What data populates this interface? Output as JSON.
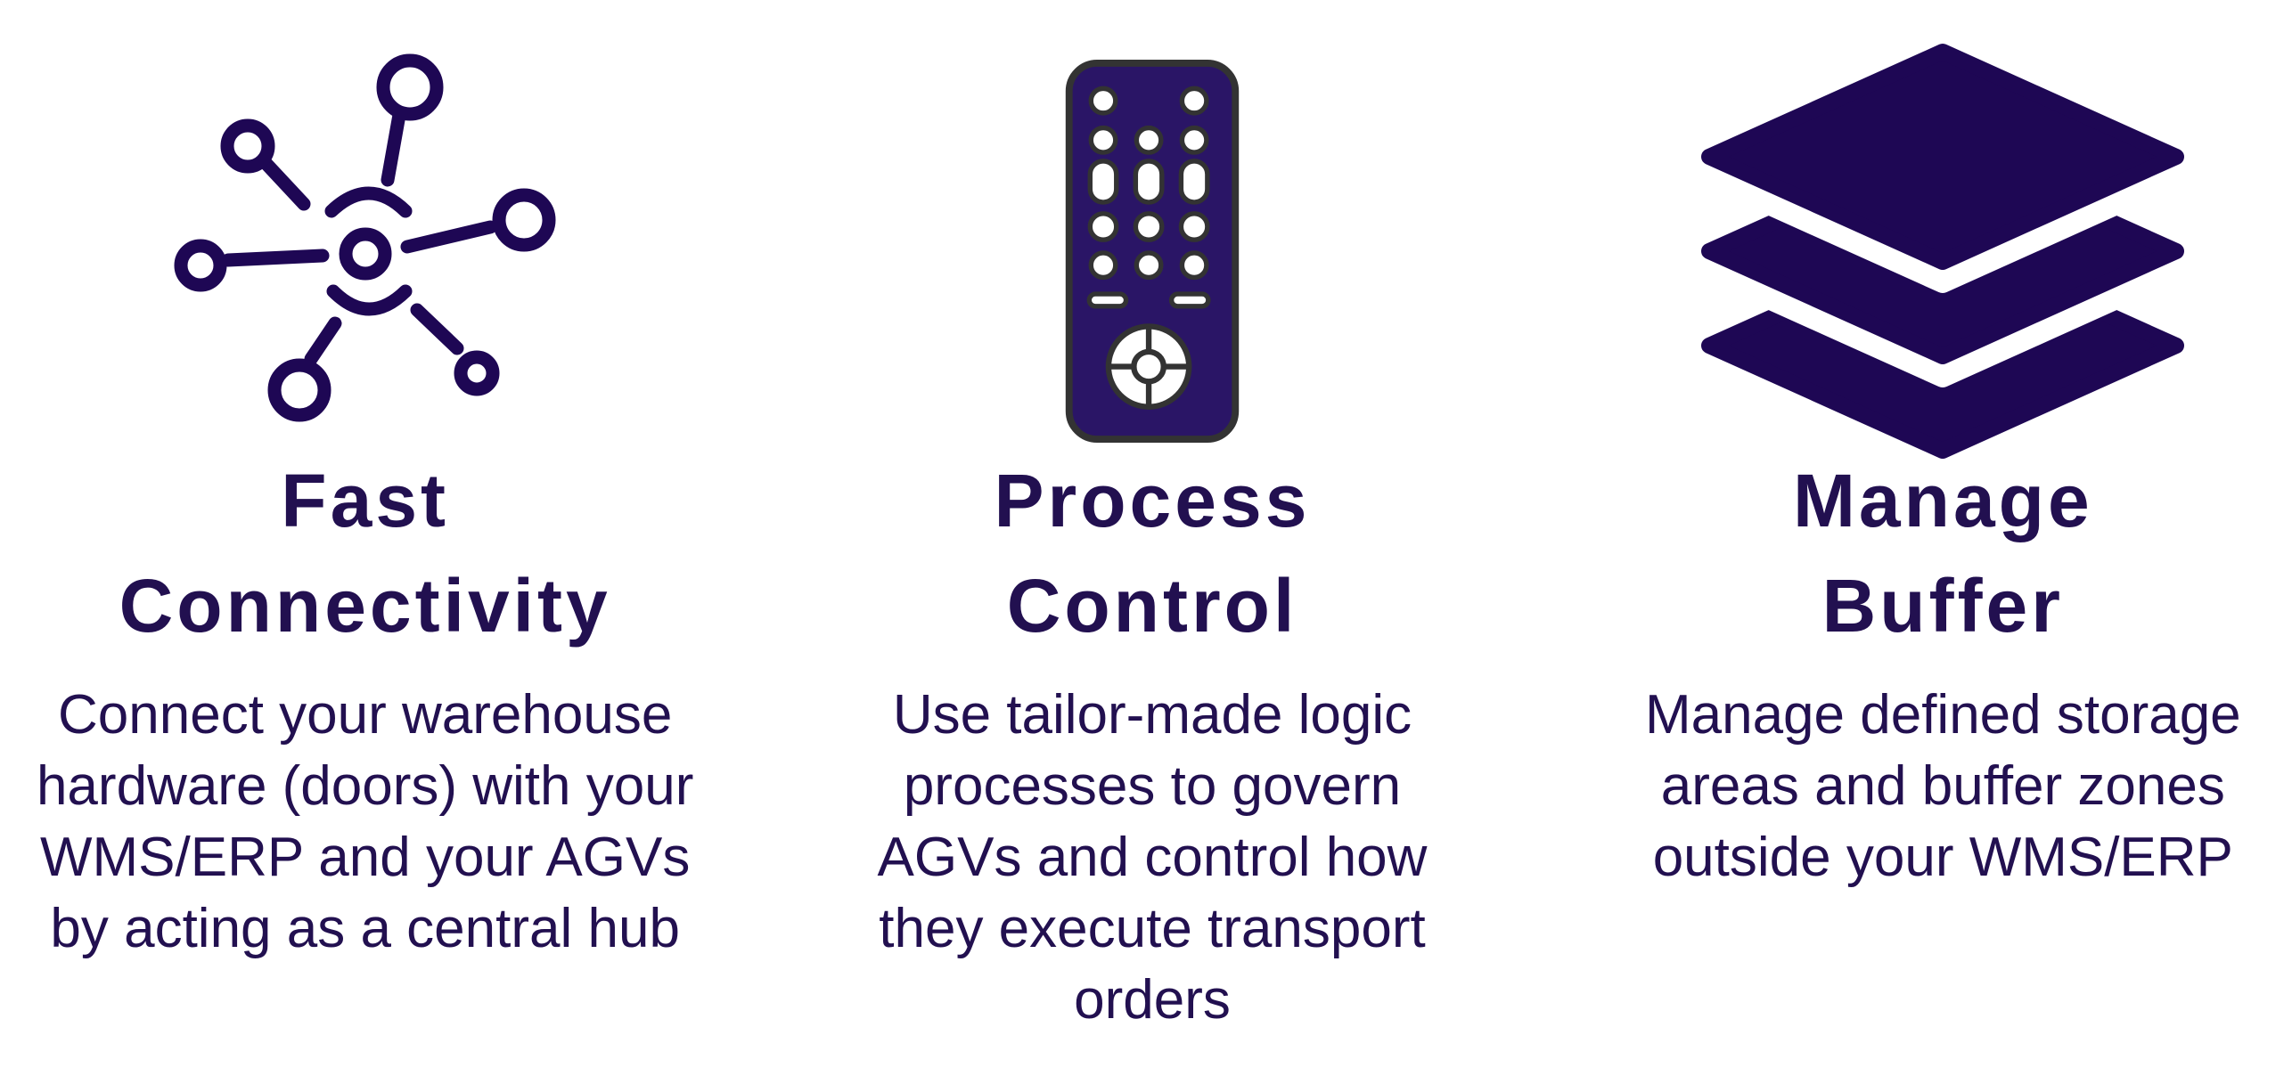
{
  "page": {
    "background": "#ffffff",
    "kind": "three-column feature infographic"
  },
  "colors": {
    "icon_navy": "#1e0754",
    "text_navy": "#221050",
    "remote_body_fill": "#2a1566",
    "remote_outline": "#333333",
    "remote_button_fill": "#ffffff"
  },
  "columns": [
    {
      "id": "fast-connectivity",
      "icon": "hub-network-icon",
      "title_lines": [
        "Fast",
        "Connectivity"
      ],
      "description_lines": [
        "Connect your warehouse",
        "hardware (doors) with your",
        "WMS/ERP and your AGVs",
        "by acting as a central hub"
      ]
    },
    {
      "id": "process-control",
      "icon": "remote-control-icon",
      "title_lines": [
        "Process",
        "Control"
      ],
      "description_lines": [
        "Use tailor-made logic",
        "processes to govern",
        "AGVs and control how",
        "they execute transport",
        "orders"
      ]
    },
    {
      "id": "manage-buffer",
      "icon": "layers-stack-icon",
      "title_lines": [
        "Manage",
        "Buffer"
      ],
      "description_lines": [
        "Manage defined storage",
        "areas and buffer zones",
        "outside your WMS/ERP"
      ]
    }
  ]
}
